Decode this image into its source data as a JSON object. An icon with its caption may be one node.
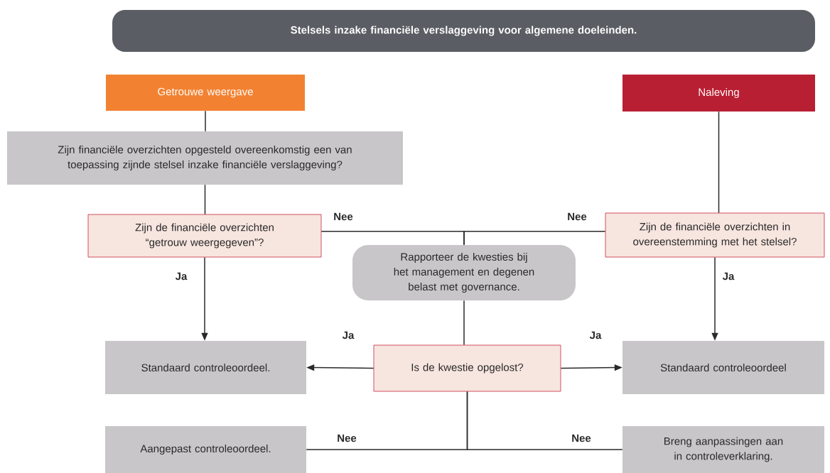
{
  "diagram": {
    "nodes": [
      {
        "text": [
          "Stelsels inzake financiële verslaggeving voor algemene doeleinden."
        ]
      },
      {
        "text": [
          "Getrouwe weergave"
        ]
      },
      {
        "text": [
          "Naleving"
        ]
      },
      {
        "text": [
          "Zijn financiële overzichten opgesteld overeenkomstig een van toepassing zijnde stelsel inzake financiële verslaggeving?"
        ]
      },
      {
        "text": [
          "Zijn de financiële overzichten “getrouw weergegeven”?"
        ]
      },
      {
        "text": [
          "Rapporteer de kwesties bij het management en degenen belast met governance."
        ]
      },
      {
        "text": [
          "Zijn de financiële overzichten in overeenstemming met het stelsel?"
        ]
      },
      {
        "text": [
          "Standaard controleoordeel."
        ]
      },
      {
        "text": [
          "Is de kwestie opgelost?"
        ]
      },
      {
        "text": [
          "Standaard controleoordeel"
        ]
      },
      {
        "text": [
          "Aangepast controleoordeel."
        ]
      },
      {
        "text": [
          "Breng aanpassingen aan in controleverklaring."
        ]
      }
    ],
    "edges": [
      {
        "from": 1,
        "to": 3,
        "arrow": "none"
      },
      {
        "from": 3,
        "to": 4,
        "arrow": "none"
      },
      {
        "from": 2,
        "to": 6,
        "arrow": "none"
      },
      {
        "from": 4,
        "to": 7,
        "arrow": "to",
        "label": "Ja"
      },
      {
        "from": 6,
        "to": 9,
        "arrow": "to",
        "label": "Ja"
      },
      {
        "from": 4,
        "to": 5,
        "arrow": "none",
        "label": "Nee"
      },
      {
        "from": 6,
        "to": 5,
        "arrow": "none",
        "label": "Nee"
      },
      {
        "from": 5,
        "to": 8,
        "arrow": "none"
      },
      {
        "from": 8,
        "to": 7,
        "arrow": "to",
        "label": "Ja"
      },
      {
        "from": 8,
        "to": 9,
        "arrow": "to",
        "label": "Ja"
      },
      {
        "from": 8,
        "to": 10,
        "arrow": "none",
        "label": "Nee"
      },
      {
        "from": 8,
        "to": 11,
        "arrow": "none",
        "label": "Nee"
      }
    ]
  }
}
